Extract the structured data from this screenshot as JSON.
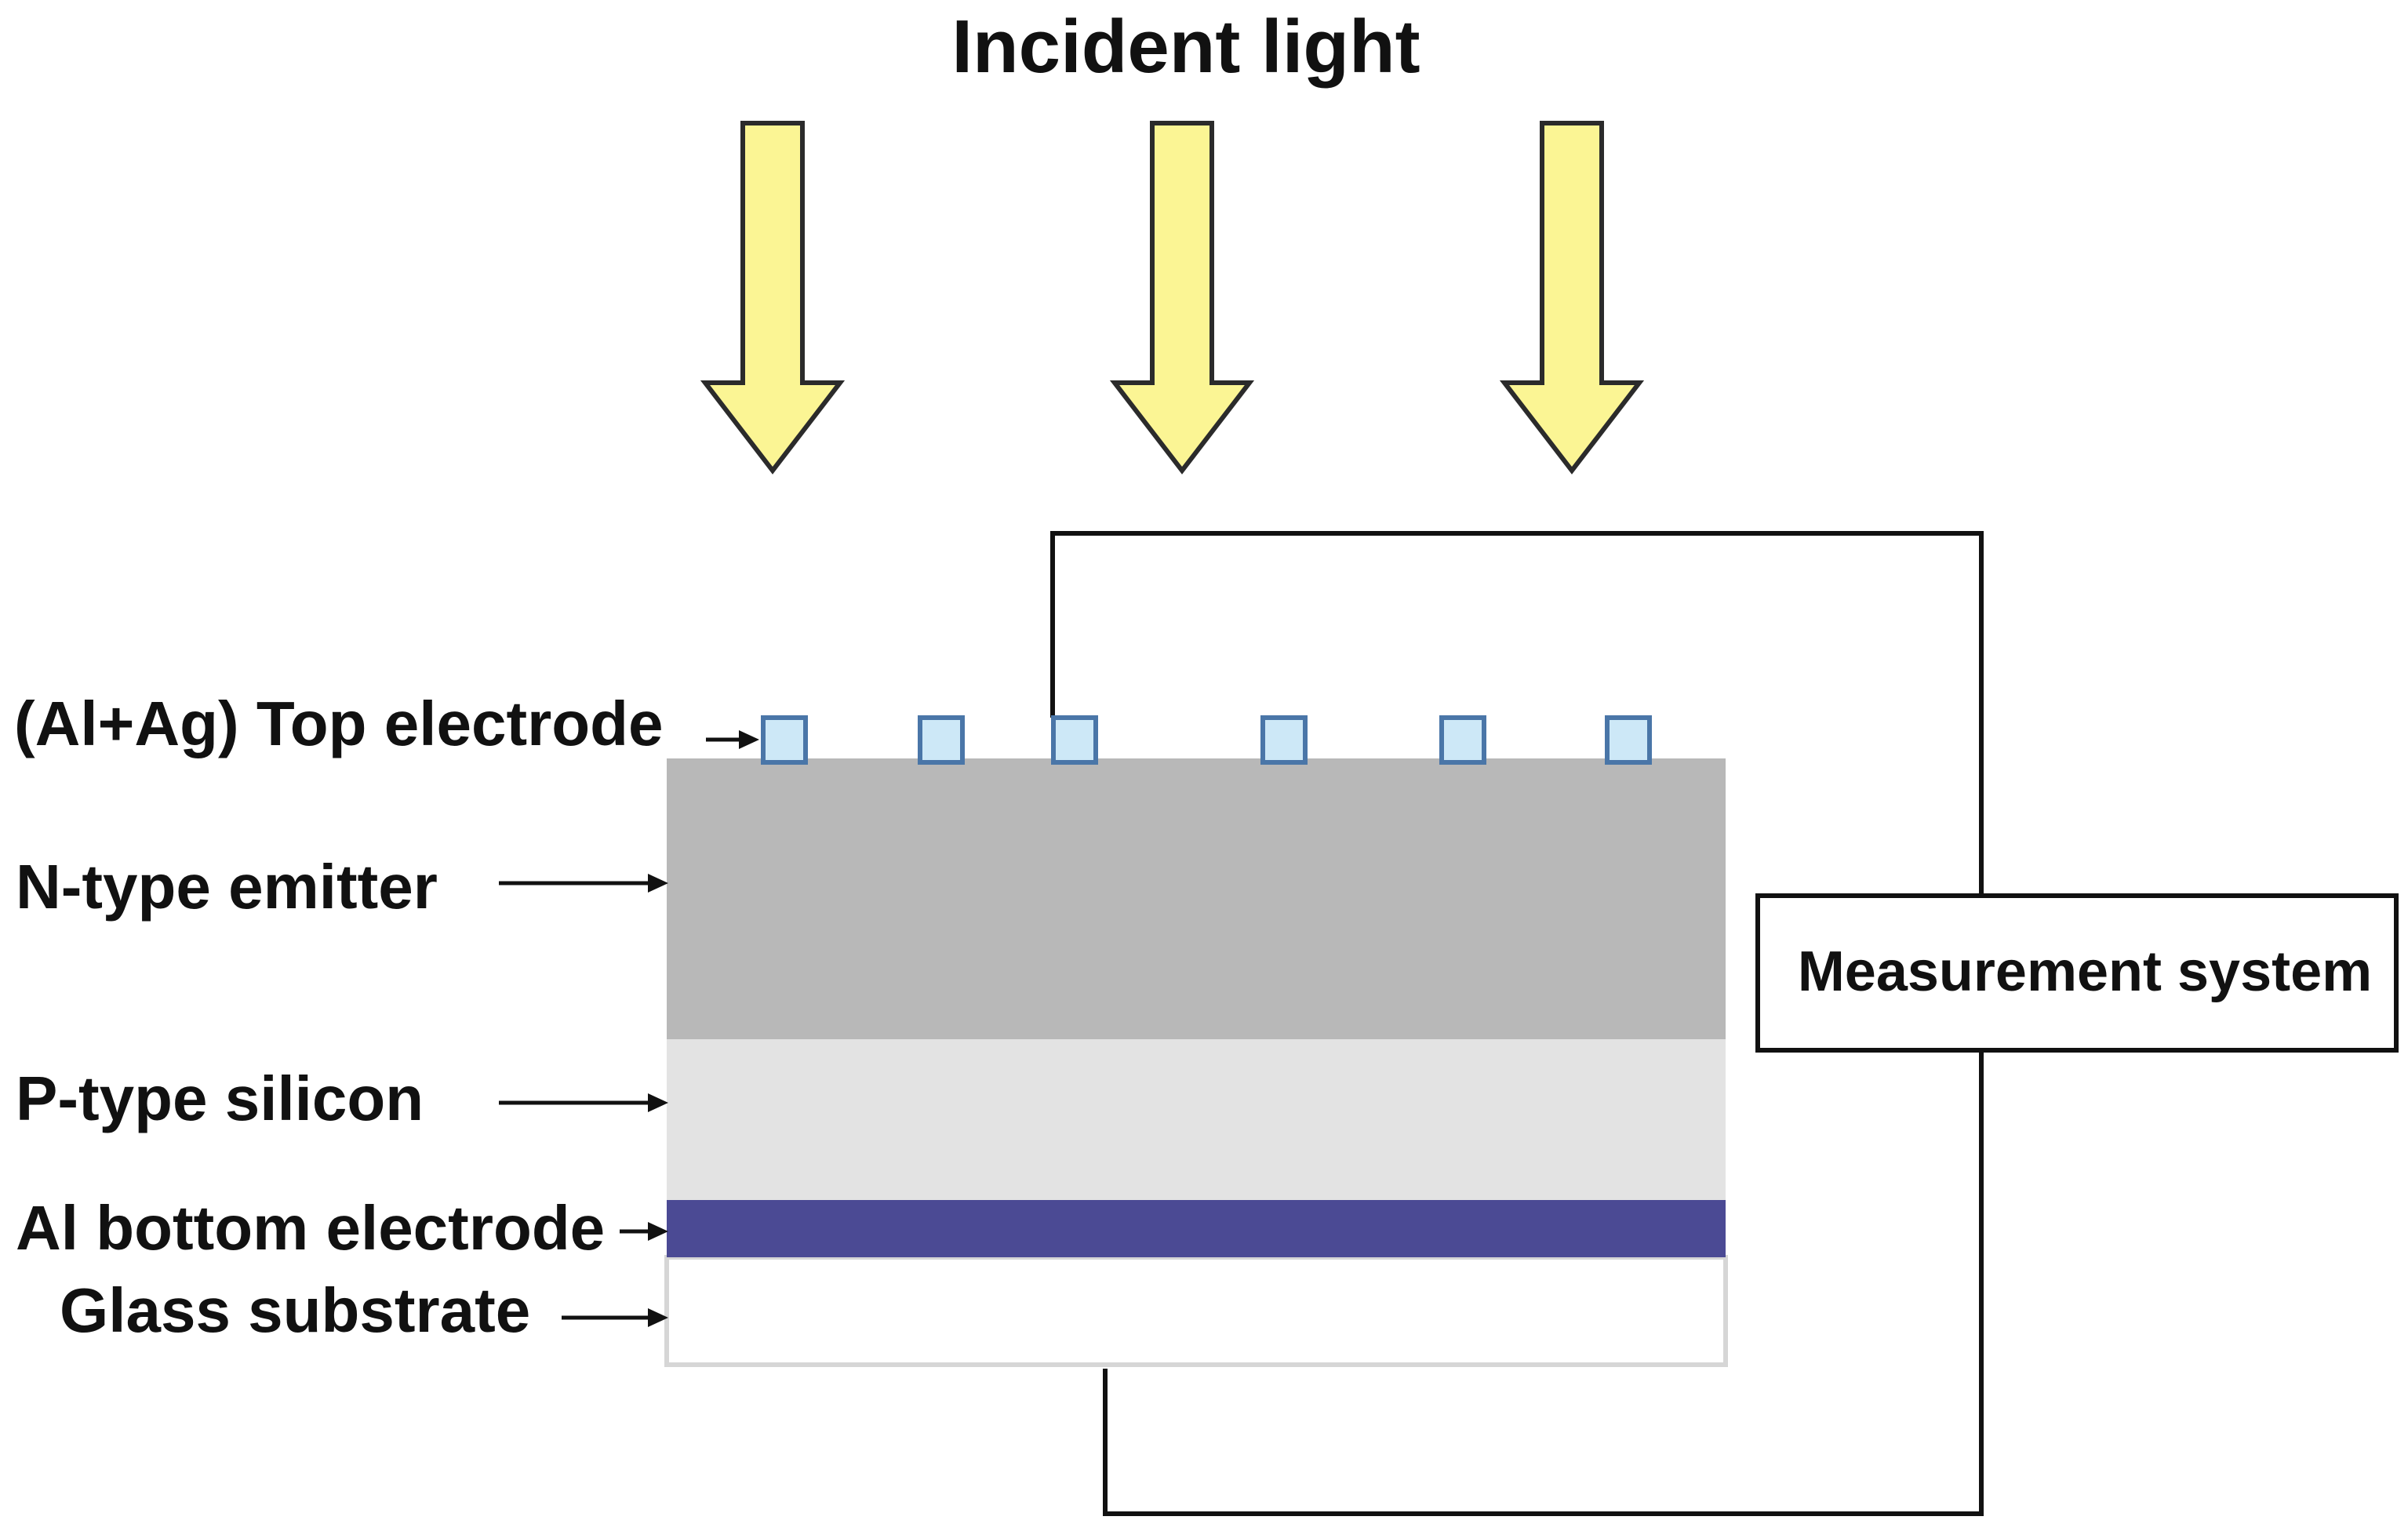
{
  "title": "Incident light",
  "labels": {
    "top_electrode": "(Al+Ag) Top electrode",
    "n_type": "N-type emitter",
    "p_type": "P-type silicon",
    "bottom_electrode": "Al bottom electrode",
    "glass": "Glass substrate"
  },
  "measurement": "Measurement system",
  "colors": {
    "light_arrow": "#fbf594",
    "electrode": "#cde8f7",
    "n_type": "#b8b8b8",
    "p_type": "#e3e3e3",
    "bottom_electrode": "#4b4a94",
    "glass": "#ffffff",
    "wire": "#111111"
  }
}
